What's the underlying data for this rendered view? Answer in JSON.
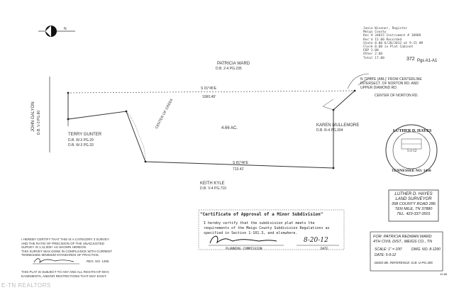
{
  "recording": {
    "lines": [
      "Janie Wisener, Register",
      "Meigs County",
      "Rec # 34015   Instrument # 10909",
      "Rec'd    15.00   Recorded",
      "State     0.00   6/20/2012 at 9:15 AM",
      "Clerk     0.00   in Plat Cabinet",
      "EDP       2.00",
      "Other     2.00",
      "Total    17.00"
    ],
    "big": "372",
    "pgs": "Pgs A1-A1"
  },
  "owners": {
    "north": {
      "name": "PATRICIA WARD",
      "ref": "D.B. 2-4 PG.235"
    },
    "west": {
      "name": "TERRY GUNTER",
      "ref1": "D.B. W-3 PG.29",
      "ref2": "D.B. W-3 PG.33"
    },
    "far_west": {
      "name": "JOHN GALYON",
      "ref": "D.B. V-3 PG.80"
    },
    "east": {
      "name": "KAREN MULLEMORE",
      "ref": "D.B. R-4 PG.304"
    },
    "south": {
      "name": "KEITH KYLE",
      "ref": "D.B. V-4 PG.710"
    }
  },
  "plat": {
    "acreage": "4.66 AC.",
    "road_top": "S 01*45'E",
    "road_sub": "1060.49'",
    "bottom_bearing": "S 81*46'E",
    "bottom_label": "713.41'",
    "east_start": "N 73*03'E (ABL)' FROM CENTERLINE",
    "east_start2": "INTERSECT. OF NORTON RD. AND",
    "east_start3": "UPPER DIAMOND RD.",
    "center_road": "CENTER OF NORTON RD.",
    "center_creek": "CENTER OF CREEK"
  },
  "seal": {
    "name": "LUTHER D. HAYES",
    "state": "TENNESSEE NO. 1456",
    "date": "5-2-12"
  },
  "surveyor": {
    "lines": [
      "LUTHER D. HAYES",
      "LAND SURVEYOR",
      "358 COUNTY ROAD 286",
      "TEN MILE, TN 37880",
      "TEL. 423-337-3501"
    ]
  },
  "approval": {
    "title": "\"Certificate of Approval of a Minor Subdivision\"",
    "line1": "I hereby certify that the subdivision plat meets the",
    "line2": "requirements of the Meigs County Subdivision Regulations as",
    "line3": "specified in Section 1-101.3, and elsewhere.",
    "date_sig": "8-20-12",
    "sig_label": "PLANNING COMMISSION",
    "date_label": "DATE"
  },
  "certification": {
    "lines": [
      "I HEREBY CERTIFY THAT THIS IS A CATEGORY 3 SURVEY",
      "AND THE RATIO OF PRECISION OF THE UNADJUSTED",
      "SURVEY IS 1:11,000+   AS SHOWN HEREON.",
      "THIS SURVEY WAS DONE IN COMPLIANCE WITH CURRENT",
      "TENNESSEE MINIMUM STANDARDS OF PRACTICE."
    ],
    "reg": "REG. NO. 1456",
    "subject_lines": [
      "THIS PLAT IS SUBJECT TO ANY AND ALL RIGHTS-OF-WAY,",
      "EASEMENTS, AND/OR RESTRICTIONS THAT MAY EXIST."
    ]
  },
  "title_block": {
    "for": "FOR: PATRICIA REDMAN WARD",
    "district": "4TH CIVIL DIST., MEIGS CO., TN",
    "scale": "SCALE: 1\" = 100'",
    "dwg": "DWG. NO. 8-1290",
    "date": "DATE: 5-9-12",
    "deed": "DEED Bk. REFERENCE: D.B. U-PG.405"
  },
  "footer": {
    "brand": "E-TN REALTORS",
    "small": "10-86"
  },
  "colors": {
    "line": "#333333",
    "dashed": "#555555"
  }
}
